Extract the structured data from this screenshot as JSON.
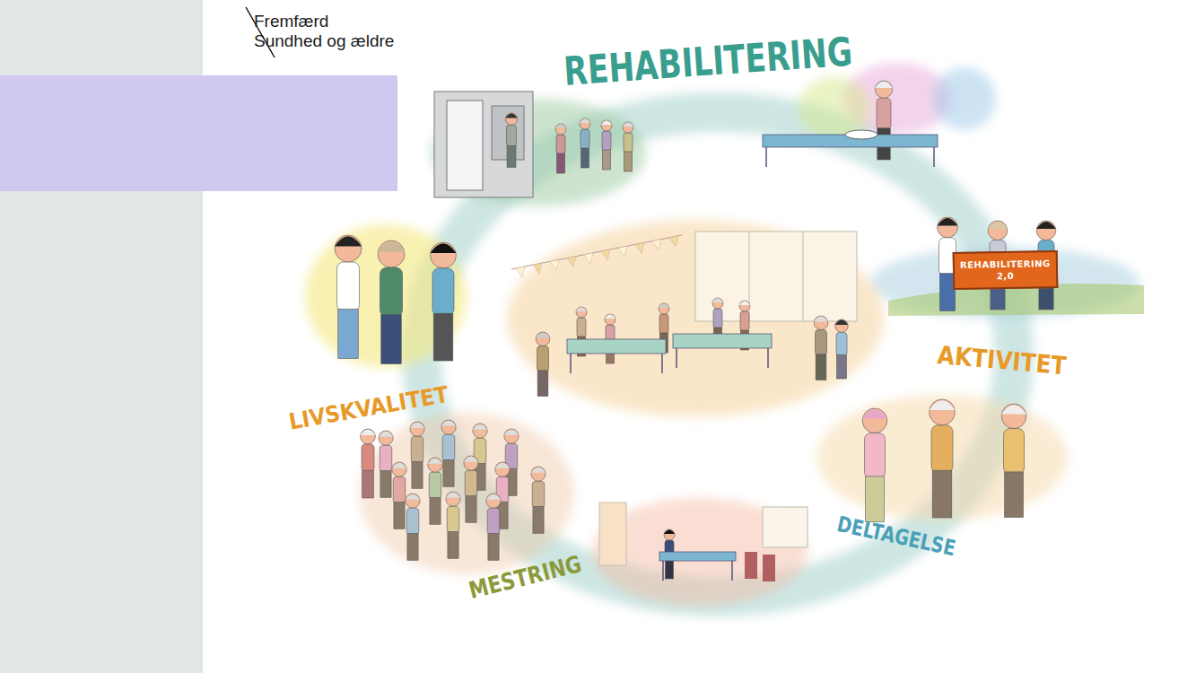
{
  "diagram": {
    "nodes": [
      {
        "text": [
          "REHABILITERING 2,0"
        ]
      }
    ],
    "labels": [
      "Fremfærd",
      "Sundhed og ældre",
      "REHABILITERING",
      "AKTIVITET",
      "DELTAGELSE",
      "MESTRING",
      "LIVSKVALITET"
    ]
  }
}
